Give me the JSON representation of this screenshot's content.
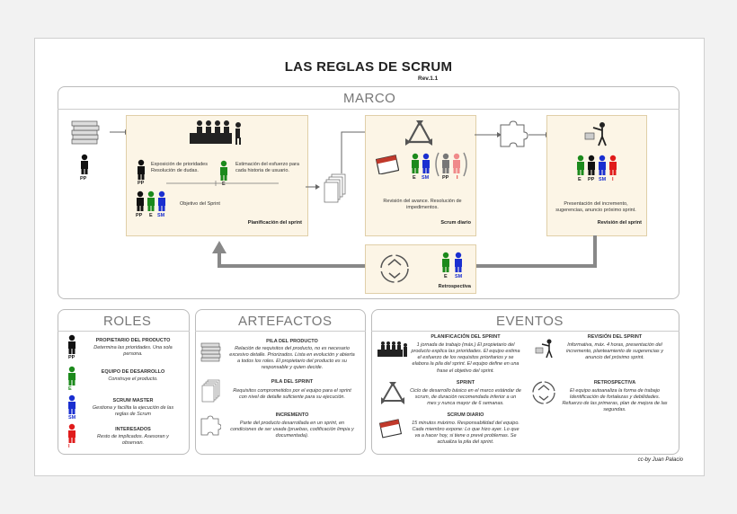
{
  "title": "LAS REGLAS DE SCRUM",
  "revision": "Rev.1.1",
  "marco": {
    "title": "MARCO",
    "pp_label": "PP",
    "planificacion": {
      "caption": "Planificación del sprint",
      "text1": "Exposición de prioridades Resolución de dudas.",
      "text2": "Estimación del esfuerzo para cada historia de usuario.",
      "text3": "Objetivo del Sprint",
      "pp": "PP",
      "e": "E",
      "sm": "SM"
    },
    "diario": {
      "caption": "Scrum diario",
      "text": "Revisión del avance. Resolución de impedimentos.",
      "e": "E",
      "sm": "SM",
      "pp": "PP",
      "i": "I"
    },
    "revision": {
      "caption": "Revisión del sprint",
      "text": "Presentación del incremento, sugerencias, anuncio próximo sprint.",
      "e": "E",
      "pp": "PP",
      "sm": "SM",
      "i": "I"
    },
    "retro": {
      "caption": "Retrospectiva",
      "e": "E",
      "sm": "SM"
    }
  },
  "roles": {
    "title": "ROLES",
    "items": [
      {
        "abbr": "PP",
        "name": "PROPIETARIO DEL PRODUCTO",
        "desc": "Determina las prioridades. Una sola persona.",
        "color": "#111111"
      },
      {
        "abbr": "E",
        "name": "EQUIPO DE DESARROLLO",
        "desc": "Construye el producto.",
        "color": "#1c8a1c"
      },
      {
        "abbr": "SM",
        "name": "SCRUM MASTER",
        "desc": "Gestiona y facilita la ejecución de las reglas de Scrum",
        "color": "#1a2fd0"
      },
      {
        "abbr": "I",
        "name": "INTERESADOS",
        "desc": "Resto de implicados. Asesoran y observan.",
        "color": "#e01b1b"
      }
    ]
  },
  "artefactos": {
    "title": "ARTEFACTOS",
    "items": [
      {
        "name": "PILA DEL PRODUCTO",
        "desc": "Relación de requisitos del producto, no es necesario excesivo detalle. Priorizados. Lista en evolución y abierta a todos los roles. El propietario del producto es su responsable y quien decide."
      },
      {
        "name": "PILA DEL SPRINT",
        "desc": "Requisitos comprometidos por el equipo para el sprint con nivel de detalle suficiente para su ejecución."
      },
      {
        "name": "INCREMENTO",
        "desc": "Parte del producto desarrollada en un sprint, en condiciones de ser usada (pruebas, codificación limpia y documentada)."
      }
    ]
  },
  "eventos": {
    "title": "EVENTOS",
    "items": [
      {
        "name": "PLANIFICACIÓN DEL SPRINT",
        "desc": "1 jornada de trabajo (máx.) El propietario del producto explica las prioridades. El equipo estima el esfuerzo de los requisitos prioritarios y se elabora la pila del sprint. El equipo define en una frase el objetivo del sprint."
      },
      {
        "name": "REVISIÓN DEL SPRINT",
        "desc": "Informativa, máx. 4 horas, presentación del incremento, planteamiento de sugerencias y anuncio del próximo sprint."
      },
      {
        "name": "SPRINT",
        "desc": "Ciclo de desarrollo básico en el marco estándar de scrum, de duración recomendada inferior a un mes y nunca mayor de 6 semanas."
      },
      {
        "name": "RETROSPECTIVA",
        "desc": "El equipo autoanaliza  la forma de trabajo Identificación de fortalezas y debilidades. Refuerzo de las primeras, plan de mejora de las segundas."
      },
      {
        "name": "SCRUM DIARIO",
        "desc": "15 minutos máximo. Responsabilidad del equipo. Cada miembro expone: Lo que hizo ayer. Lo que va a hacer hoy, si tiene o prevé problemas. Se actualiza la pila del sprint."
      }
    ]
  },
  "footer": "cc-by Juan Palacio",
  "colors": {
    "pp": "#111111",
    "e": "#1c8a1c",
    "sm": "#1a2fd0",
    "i": "#e01b1b",
    "box": "#fcf5e6"
  }
}
